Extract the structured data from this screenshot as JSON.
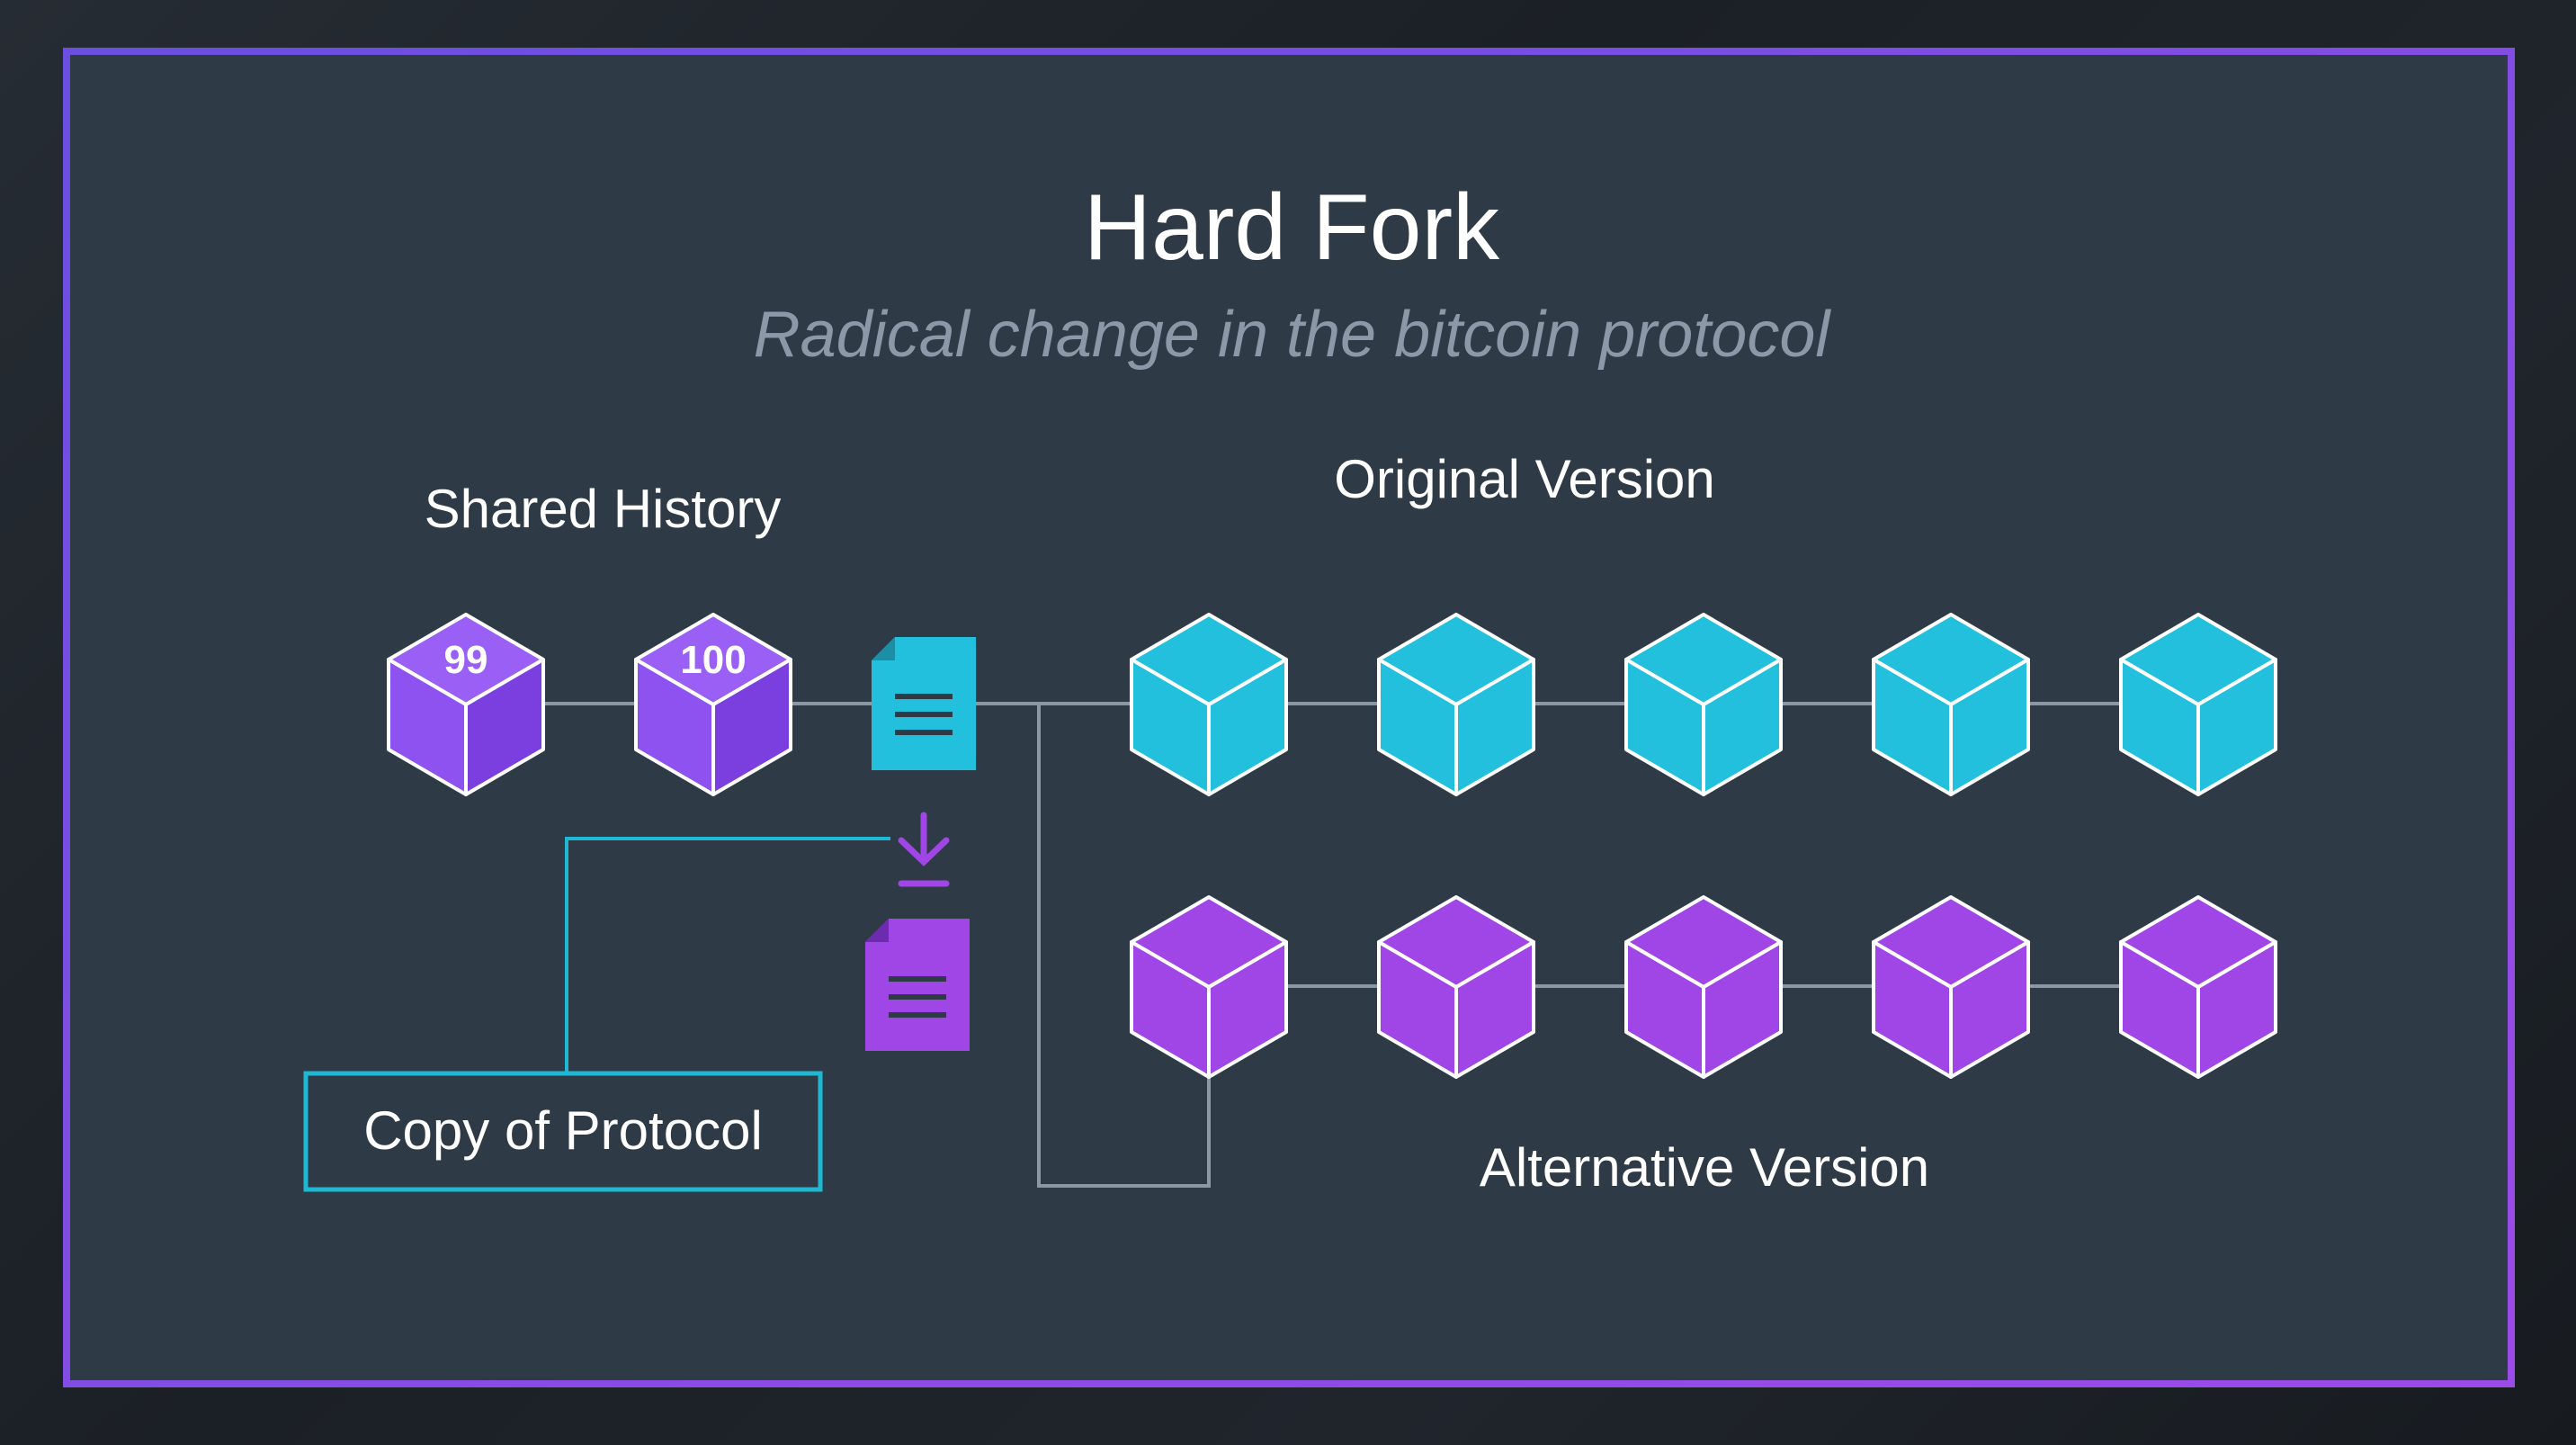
{
  "slide": {
    "title": "Hard Fork",
    "subtitle": "Radical change in the bitcoin protocol"
  },
  "labels": {
    "shared_history": "Shared History",
    "original_version": "Original Version",
    "alternative_version": "Alternative Version",
    "copy_of_protocol": "Copy of Protocol"
  },
  "shared_blocks": [
    {
      "label": "99"
    },
    {
      "label": "100"
    }
  ],
  "chains": {
    "original": {
      "block_count": 5
    },
    "alternative": {
      "block_count": 5
    }
  },
  "colors": {
    "background": "#2f3a47",
    "frame_gradient_start": "#6a4fe0",
    "frame_gradient_end": "#9b4be6",
    "purple_cube_front": "#8e52f0",
    "purple_cube_top": "#9a60f5",
    "purple_cube_side": "#7b3fe0",
    "alt_cube": "#a045e6",
    "cyan_cube": "#22c0dd",
    "cyan_accent": "#1fb8d3",
    "title": "#ffffff",
    "subtitle": "#8c97a8",
    "line": "#8a97a5"
  },
  "icons": {
    "protocol_doc_cyan": "document-icon",
    "protocol_doc_purple": "document-icon",
    "download": "download-arrow-icon"
  }
}
